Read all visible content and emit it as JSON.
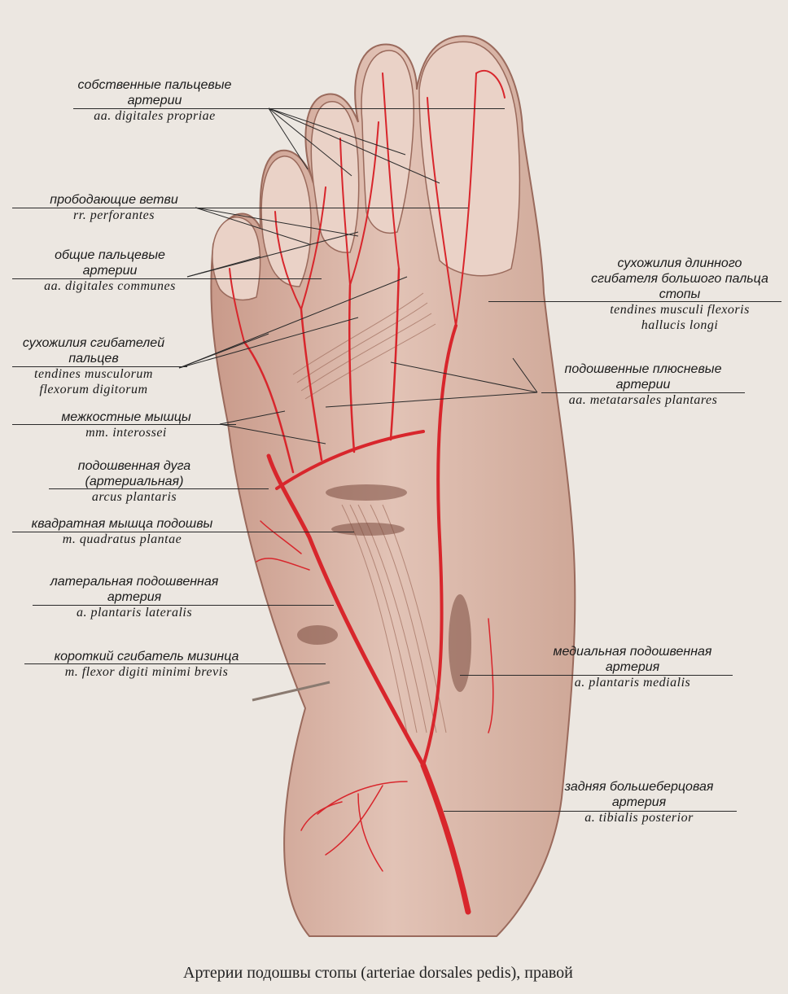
{
  "caption": "Артерии подошвы стопы (arteriae dorsales pedis), правой",
  "colors": {
    "artery": "#d8262c",
    "tissue": "#dcb7a9",
    "tissue_dark": "#b88a7a",
    "background": "#ece7e1"
  },
  "labels": {
    "digitales_propriae": {
      "ru1": "собственные пальцевые",
      "ru2": "артерии",
      "la": "aa. digitales propriae"
    },
    "perforantes": {
      "ru": "прободающие ветви",
      "la": "rr. perforantes"
    },
    "digitales_communes": {
      "ru1": "общие пальцевые",
      "ru2": "артерии",
      "la": "aa. digitales communes"
    },
    "flexor_tendons": {
      "ru1": "сухожилия сгибателей",
      "ru2": "пальцев",
      "la1": "tendines musculorum",
      "la2": "flexorum digitorum"
    },
    "interossei": {
      "ru": "межкостные мышцы",
      "la": "mm. interossei"
    },
    "arcus": {
      "ru1": "подошвенная дуга",
      "ru2": "(артериальная)",
      "la": "arcus plantaris"
    },
    "quadratus": {
      "ru": "квадратная мышца подошвы",
      "la": "m. quadratus plantae"
    },
    "lateralis": {
      "ru1": "латеральная подошвенная",
      "ru2": "артерия",
      "la": "a. plantaris lateralis"
    },
    "flexor_minimi": {
      "ru": "короткий сгибатель мизинца",
      "la": "m. flexor digiti minimi brevis"
    },
    "hallucis": {
      "ru1": "сухожилия длинного",
      "ru2": "сгибателя большого пальца",
      "ru3": "стопы",
      "la1": "tendines musculi flexoris",
      "la2": "hallucis longi"
    },
    "metatarsales": {
      "ru1": "подошвенные плюсневые",
      "ru2": "артерии",
      "la": "aa. metatarsales plantares"
    },
    "medialis": {
      "ru1": "медиальная подошвенная",
      "ru2": "артерия",
      "la": "a. plantaris medialis"
    },
    "tibialis": {
      "ru1": "задняя большеберцовая",
      "ru2": "артерия",
      "la": "a. tibialis posterior"
    }
  }
}
